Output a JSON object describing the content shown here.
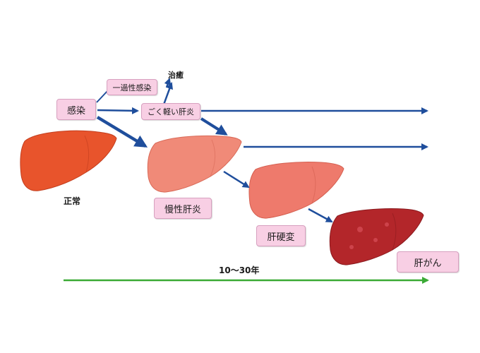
{
  "labels": {
    "infection": "感染",
    "transient_infection": "一過性感染",
    "healing": "治癒",
    "mild_hepatitis": "ごく軽い肝炎",
    "normal": "正常",
    "chronic_hepatitis": "慢性肝炎",
    "cirrhosis": "肝硬変",
    "liver_cancer": "肝がん",
    "timeline": "10～30年"
  },
  "colors": {
    "box_fill": "#f8cfe4",
    "box_border": "#d7a0bf",
    "arrow_blue": "#1f4e9c",
    "timeline_green": "#3aaa35",
    "liver_normal": "#e8542c",
    "liver_chronic": "#f08a78",
    "liver_cirrhosis": "#ee7a6c",
    "liver_cancer": "#b3262a"
  }
}
